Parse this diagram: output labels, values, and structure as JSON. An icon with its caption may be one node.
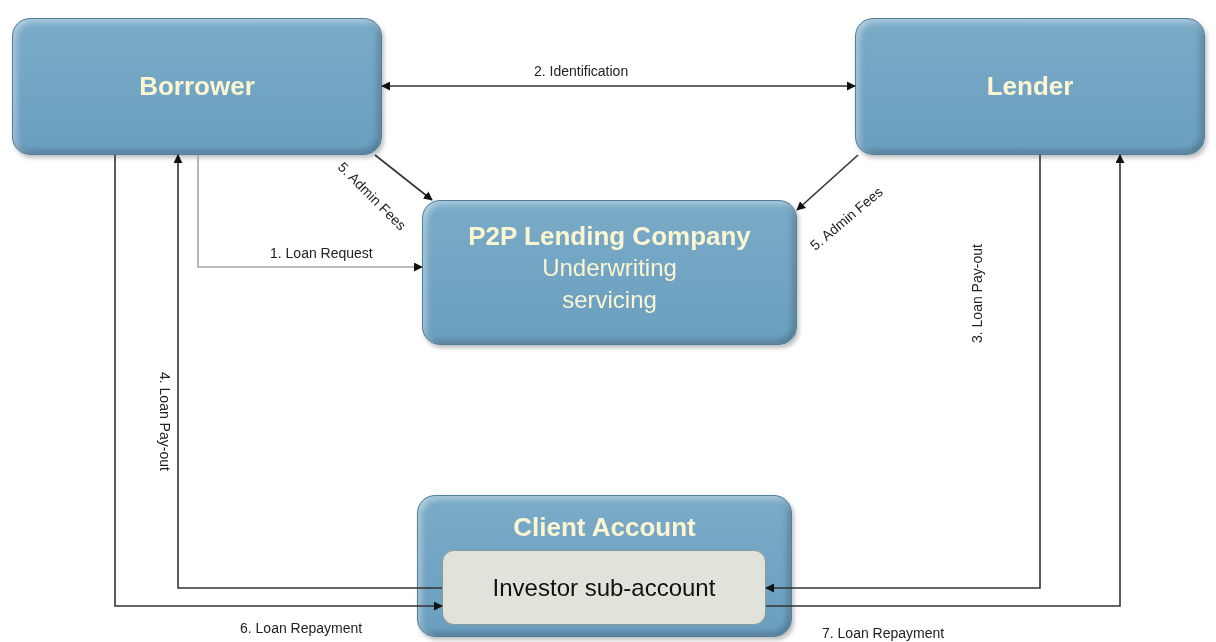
{
  "diagram": {
    "nodes": [
      {
        "text": [
          "Borrower"
        ]
      },
      {
        "text": [
          "Lender"
        ]
      },
      {
        "text": [
          "P2P Lending Company",
          "Underwriting servicing"
        ]
      },
      {
        "text": [
          "Client Account"
        ]
      },
      {
        "text": [
          "Investor sub-account"
        ],
        "in": 3
      }
    ],
    "edges": [
      {
        "from": 0,
        "to": 1,
        "arrow": "both",
        "label": "2. Identification"
      },
      {
        "from": 0,
        "to": 2,
        "arrow": "to",
        "label": "5. Admin Fees"
      },
      {
        "from": 1,
        "to": 2,
        "arrow": "to",
        "label": "5. Admin Fees"
      },
      {
        "from": 0,
        "to": 2,
        "arrow": "to",
        "label": "1. Loan Request",
        "color": "#a6a6a6"
      },
      {
        "from": 4,
        "to": 0,
        "arrow": "to",
        "label": "4. Loan Pay-out"
      },
      {
        "from": 1,
        "to": 4,
        "arrow": "to",
        "label": "3. Loan Pay-out"
      },
      {
        "from": 0,
        "to": 4,
        "arrow": "to",
        "label": "6. Loan Repayment"
      },
      {
        "from": 4,
        "to": 1,
        "arrow": "to",
        "label": "7. Loan Repayment"
      }
    ]
  }
}
